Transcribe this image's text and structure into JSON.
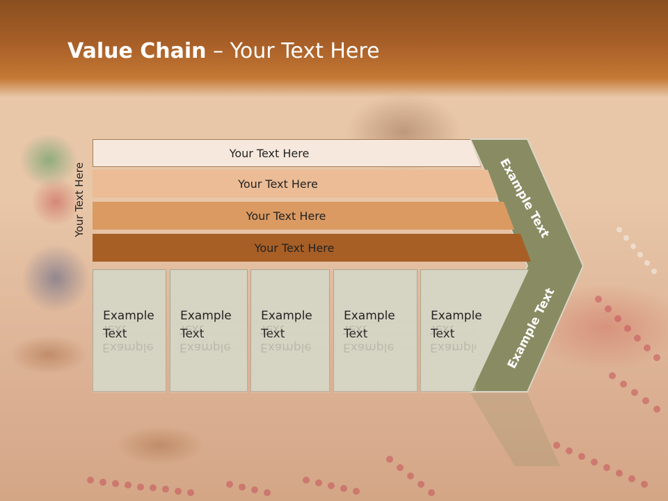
{
  "title": {
    "bold": "Value Chain",
    "rest": " – Your Text Here"
  },
  "side_label": "Your Text Here",
  "bands": [
    {
      "label": "Your Text Here",
      "color": "#f6e8dc"
    },
    {
      "label": "Your Text Here",
      "color": "#ebbc95"
    },
    {
      "label": "Your Text Here",
      "color": "#db9a62"
    },
    {
      "label": "Your Text Here",
      "color": "#a75f26"
    }
  ],
  "columns": [
    {
      "line1": "Example",
      "line2": "Text"
    },
    {
      "line1": "Example",
      "line2": "Text"
    },
    {
      "line1": "Example",
      "line2": "Text"
    },
    {
      "line1": "Example",
      "line2": "Text"
    },
    {
      "line1": "Example",
      "line2": "Text"
    }
  ],
  "arrow": {
    "upper_label": "Example Text",
    "lower_label": "Example Text",
    "color": "#898c63"
  }
}
